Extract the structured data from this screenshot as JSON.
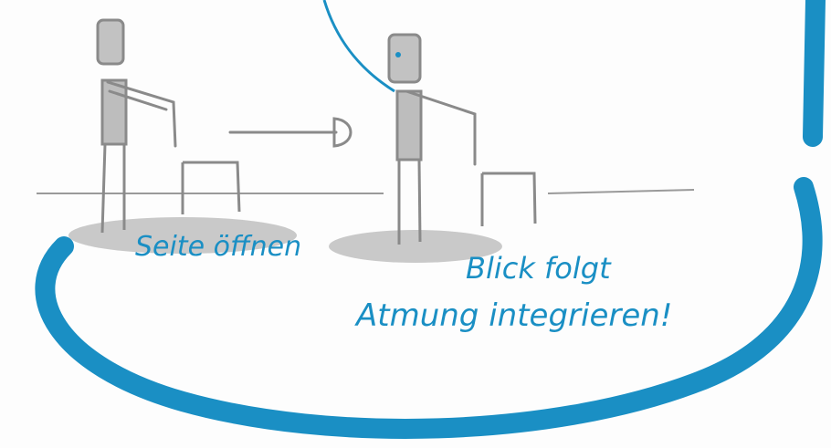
{
  "labels": {
    "step1": "Seite öffnen",
    "step2_line1": "Blick folgt",
    "step2_line2": "Atmung integrieren!"
  },
  "colors": {
    "accent_blue": "#1a8fc4",
    "sketch_gray": "#8a8a8a",
    "shadow_gray": "#c9c9c9",
    "body_fill": "#bdbdbd"
  }
}
